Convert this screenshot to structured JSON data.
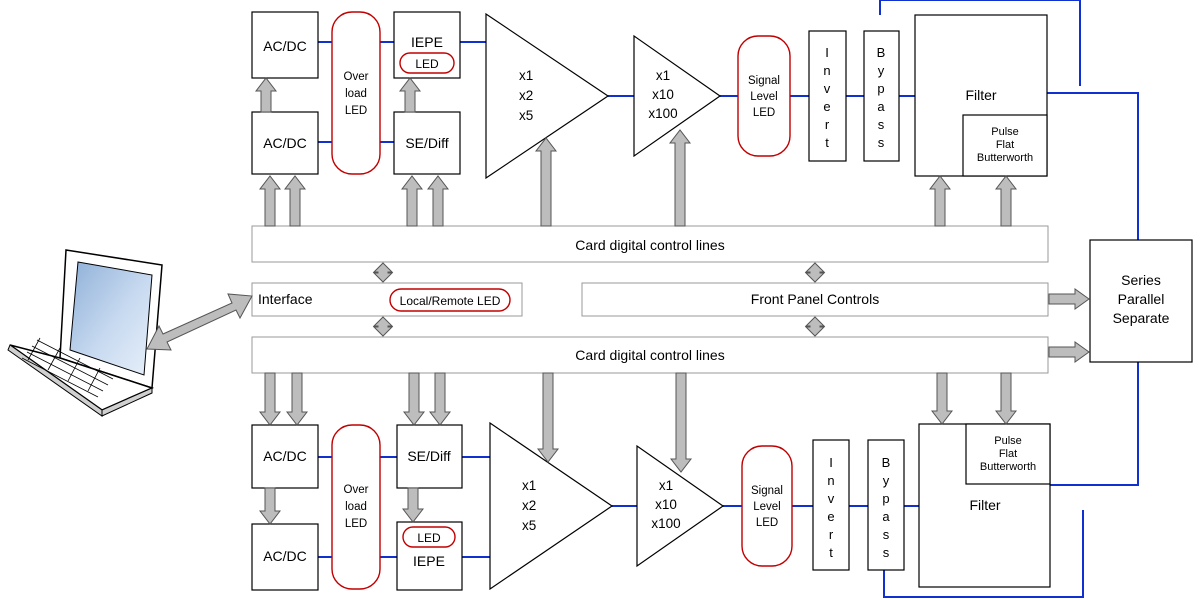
{
  "channel_top": {
    "acdc_1": "AC/DC",
    "acdc_2": "AC/DC",
    "overload_led": [
      "Over",
      "load",
      "LED"
    ],
    "iepe": "IEPE",
    "iepe_led": "LED",
    "se_diff": "SE/Diff",
    "gain1": [
      "x1",
      "x2",
      "x5"
    ],
    "gain2": [
      "x1",
      "x10",
      "x100"
    ],
    "signal_level_led": [
      "Signal",
      "Level",
      "LED"
    ],
    "invert": [
      "I",
      "n",
      "v",
      "e",
      "r",
      "t"
    ],
    "bypass": [
      "B",
      "y",
      "p",
      "a",
      "s",
      "s"
    ],
    "filter": "Filter",
    "filter_types": [
      "Pulse",
      "Flat",
      "Butterworth"
    ]
  },
  "control_lines_top": "Card digital control lines",
  "interface": {
    "label": "Interface",
    "led": "Local/Remote LED"
  },
  "front_panel": "Front Panel Controls",
  "control_lines_bottom": "Card digital control lines",
  "output_mode": [
    "Series",
    "Parallel",
    "Separate"
  ],
  "channel_bottom": {
    "acdc_1": "AC/DC",
    "acdc_2": "AC/DC",
    "overload_led": [
      "Over",
      "load",
      "LED"
    ],
    "iepe": "IEPE",
    "iepe_led": "LED",
    "se_diff": "SE/Diff",
    "gain1": [
      "x1",
      "x2",
      "x5"
    ],
    "gain2": [
      "x1",
      "x10",
      "x100"
    ],
    "signal_level_led": [
      "Signal",
      "Level",
      "LED"
    ],
    "invert": [
      "I",
      "n",
      "v",
      "e",
      "r",
      "t"
    ],
    "bypass": [
      "B",
      "y",
      "p",
      "a",
      "s",
      "s"
    ],
    "filter": "Filter",
    "filter_types": [
      "Pulse",
      "Flat",
      "Butterworth"
    ]
  }
}
